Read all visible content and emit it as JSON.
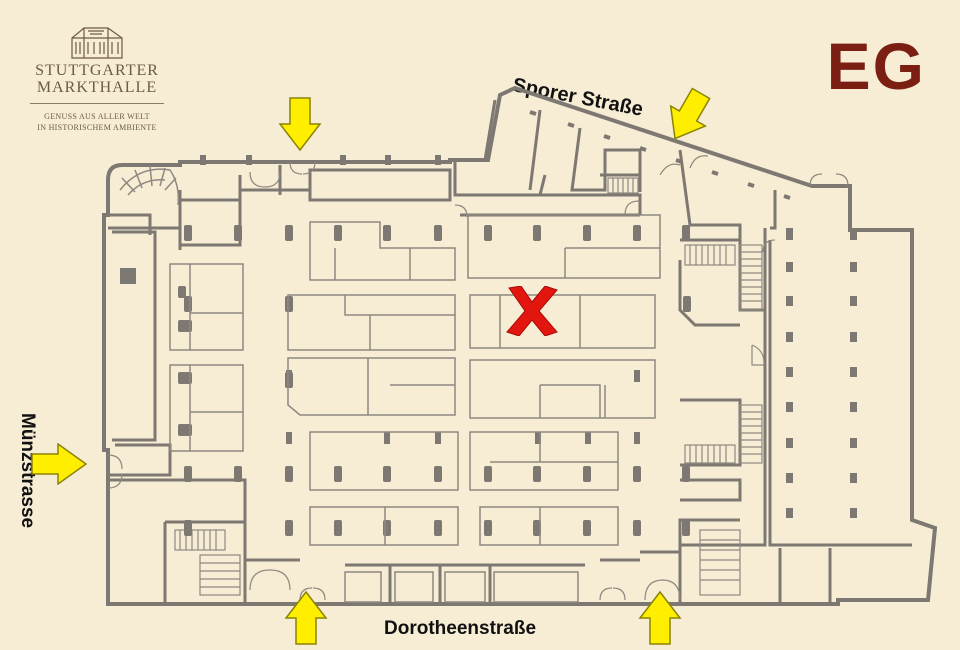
{
  "logo": {
    "line1": "STUTTGARTER",
    "line2": "MARKTHALLE",
    "tag1": "GENUSS AUS ALLER WELT",
    "tag2": "IN HISTORISCHEM AMBIENTE",
    "icon": "market-hall-building-icon"
  },
  "floor_label": "EG",
  "streets": {
    "north": "Sporer Straße",
    "west": "Münzstrasse",
    "south": "Dorotheenstraße"
  },
  "markers": {
    "location": {
      "icon": "red-x-marker-icon",
      "color": "#e3160f"
    },
    "entrance": {
      "icon": "entrance-arrow-icon",
      "color": "#ffee00",
      "count": 5
    }
  },
  "colors": {
    "background": "#f7ecd4",
    "wall": "#7e7872",
    "floor_label": "#7a1f12"
  }
}
